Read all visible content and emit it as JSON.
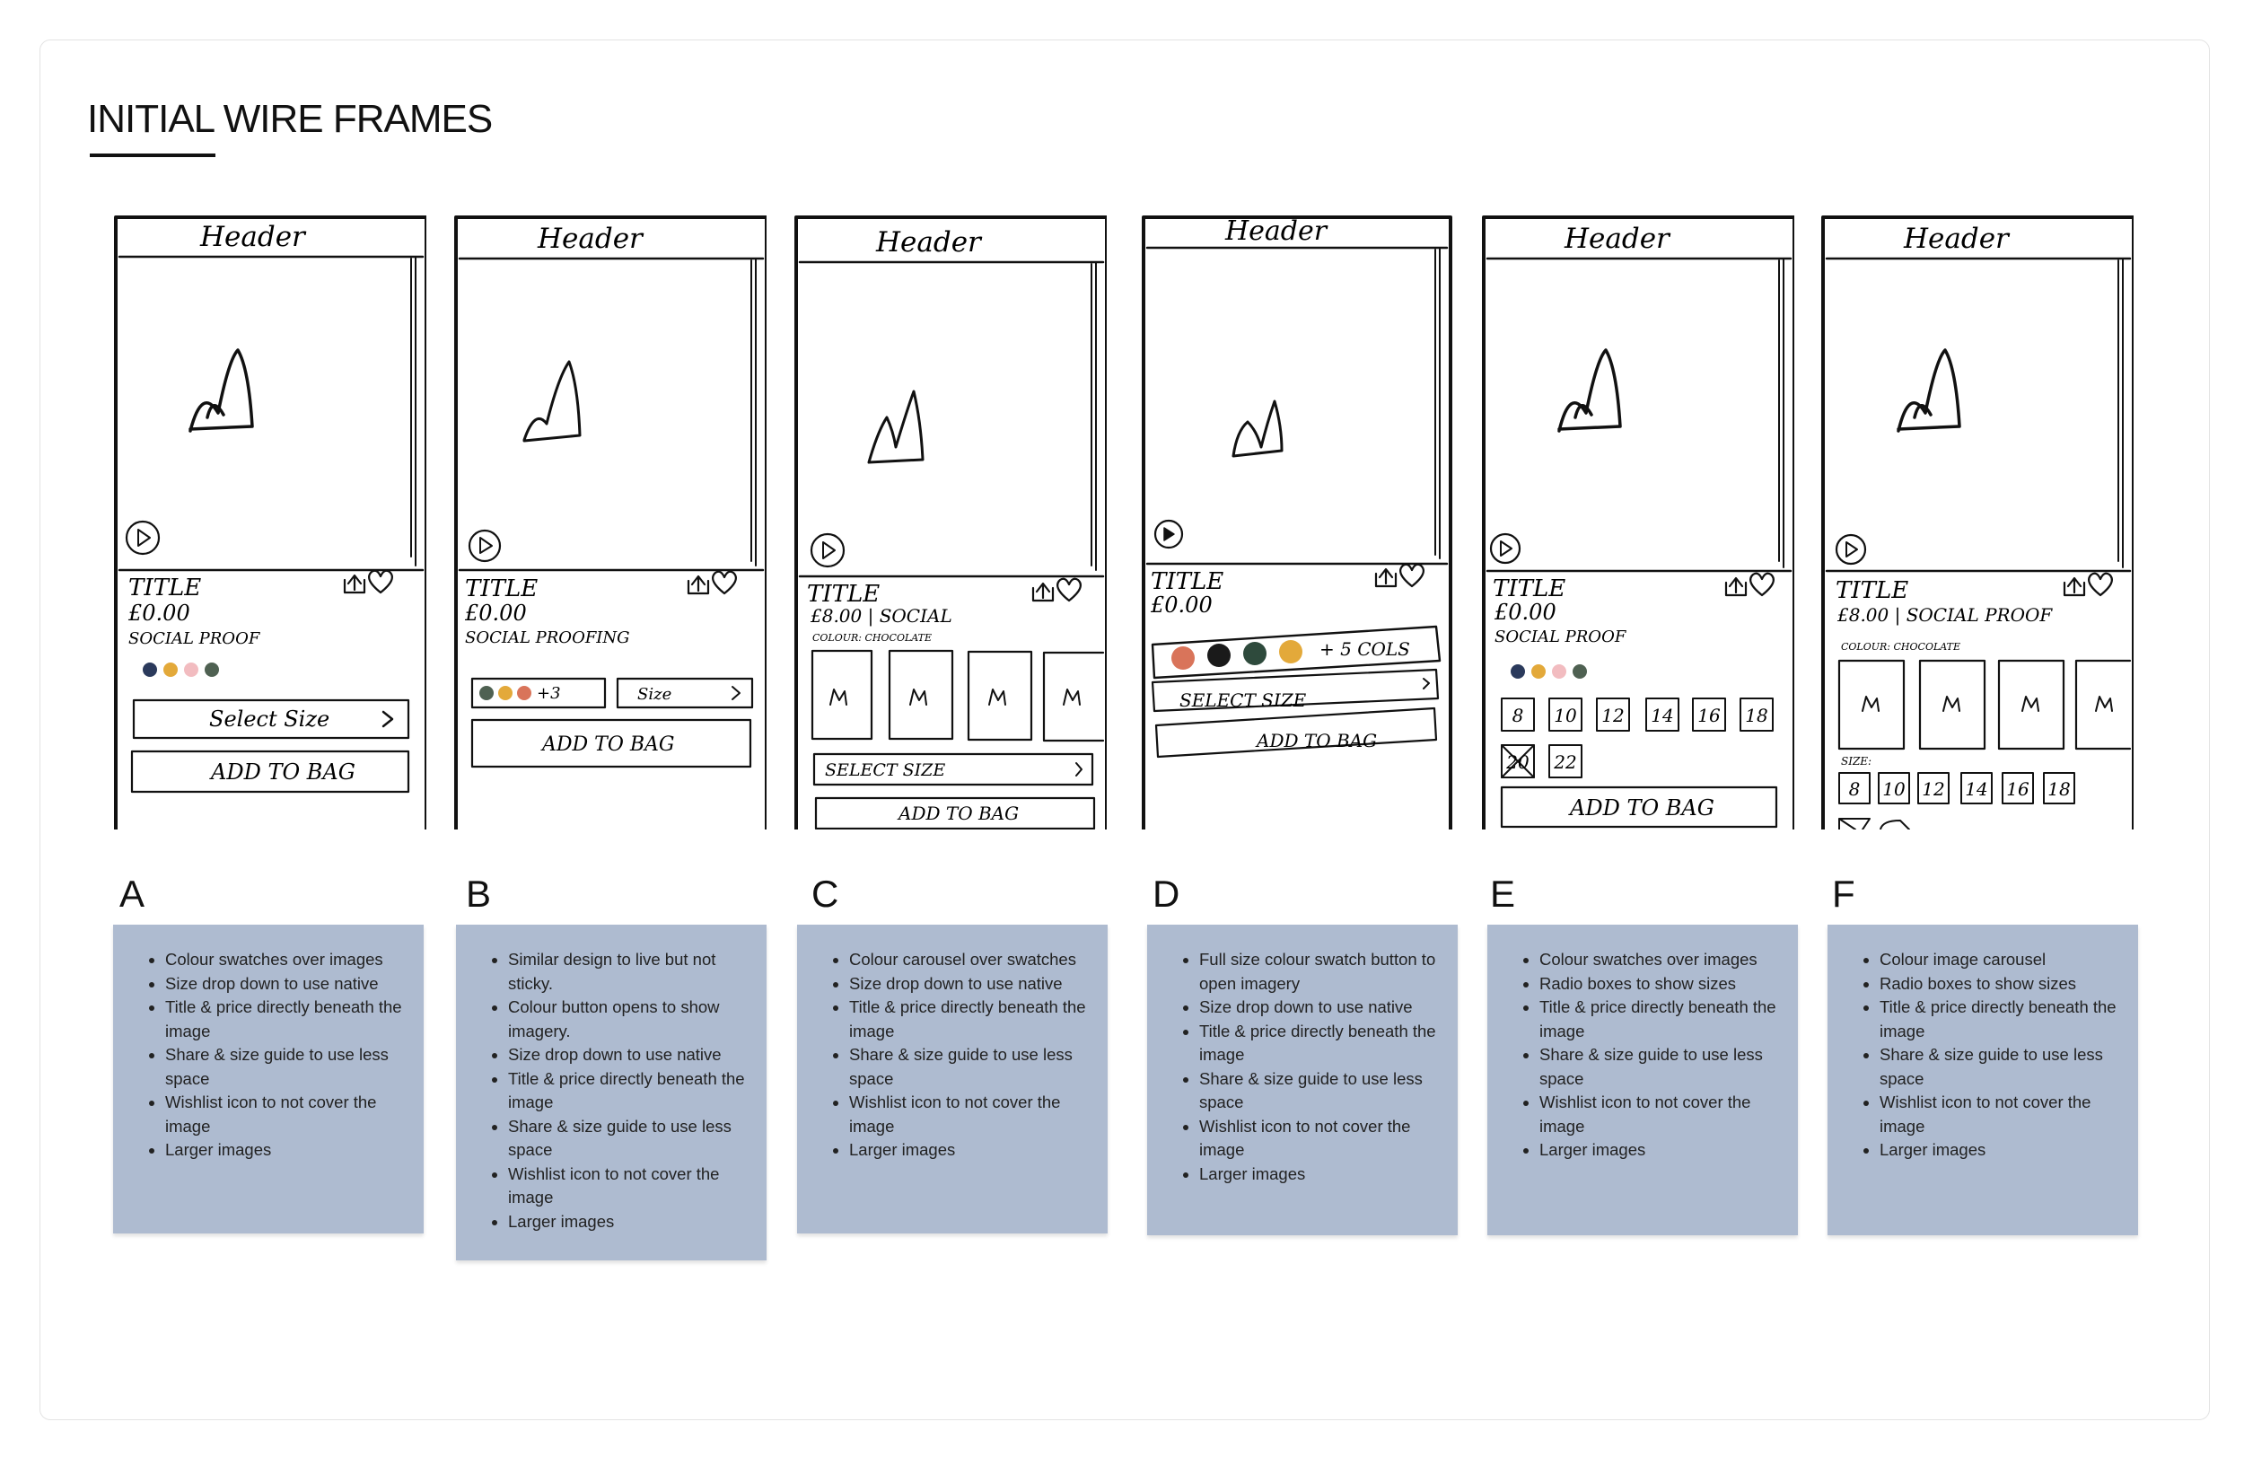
{
  "page_title": "INITIAL WIRE FRAMES",
  "wireframes": [
    {
      "header": "Header",
      "title": "TITLE",
      "price": "£0.00",
      "social": "SOCIAL PROOF",
      "size_btn": "Select Size",
      "bag_btn": "ADD TO BAG",
      "swatches": [
        "#2b3a5c",
        "#e3a93a",
        "#f2bcc0",
        "#4f6152"
      ]
    },
    {
      "header": "Header",
      "title": "TITLE",
      "price": "£0.00",
      "social": "SOCIAL PROOFING",
      "plus": "+3",
      "size_btn": "Size",
      "bag_btn": "ADD TO BAG",
      "swatches": [
        "#4f6152",
        "#e3a93a",
        "#d9745a"
      ]
    },
    {
      "header": "Header",
      "title": "TITLE",
      "price": "£8.00 | SOCIAL",
      "colour": "COLOUR: CHOCOLATE",
      "size_btn": "SELECT SIZE",
      "bag_btn": "ADD TO BAG"
    },
    {
      "header": "Header",
      "title": "TITLE",
      "price": "£0.00",
      "plus": "+ 5 COLS",
      "size_btn": "SELECT SIZE",
      "bag_btn": "ADD TO BAG",
      "swatches": [
        "#d9745a",
        "#1a1a1a",
        "#2e4a3c",
        "#e3a93a"
      ]
    },
    {
      "header": "Header",
      "title": "TITLE",
      "price": "£0.00",
      "social": "SOCIAL PROOF",
      "bag_btn": "ADD TO BAG",
      "sizes": [
        "8",
        "10",
        "12",
        "14",
        "16",
        "18",
        "20",
        "22"
      ],
      "swatches": [
        "#2b3a5c",
        "#e3a93a",
        "#f2bcc0",
        "#4f6152"
      ]
    },
    {
      "header": "Header",
      "title": "TITLE",
      "price": "£8.00 | SOCIAL PROOF",
      "colour": "COLOUR: CHOCOLATE",
      "size_label": "SIZE:",
      "sizes": [
        "8",
        "10",
        "12",
        "14",
        "16",
        "18"
      ]
    }
  ],
  "options": [
    {
      "letter": "A",
      "notes": [
        "Colour swatches over images",
        "Size drop down to use native",
        "Title & price directly beneath the image",
        "Share & size guide to use less space",
        "Wishlist icon to not cover the image",
        "Larger images"
      ]
    },
    {
      "letter": "B",
      "notes": [
        "Similar design to live but not sticky.",
        "Colour button opens to show imagery.",
        "Size drop down to use native",
        "Title & price directly beneath the image",
        "Share & size guide to use less space",
        "Wishlist icon to not cover the image",
        "Larger images"
      ]
    },
    {
      "letter": "C",
      "notes": [
        "Colour carousel over swatches",
        "Size drop down to use native",
        "Title & price directly beneath the image",
        "Share & size guide to use less space",
        "Wishlist icon to not cover the image",
        "Larger images"
      ]
    },
    {
      "letter": "D",
      "notes": [
        "Full size colour swatch button to open imagery",
        "Size drop down to use native",
        "Title & price directly beneath the image",
        "Share & size guide to use less space",
        "Wishlist icon to not cover the image",
        "Larger images"
      ]
    },
    {
      "letter": "E",
      "notes": [
        "Colour swatches over images",
        "Radio boxes to show sizes",
        "Title & price directly beneath the image",
        "Share & size guide to use less space",
        "Wishlist icon to not cover the image",
        "Larger images"
      ]
    },
    {
      "letter": "F",
      "notes": [
        "Colour image carousel",
        "Radio boxes to show sizes",
        "Title & price directly beneath the image",
        "Share & size guide to use less space",
        "Wishlist icon to not cover the image",
        "Larger images"
      ]
    }
  ]
}
